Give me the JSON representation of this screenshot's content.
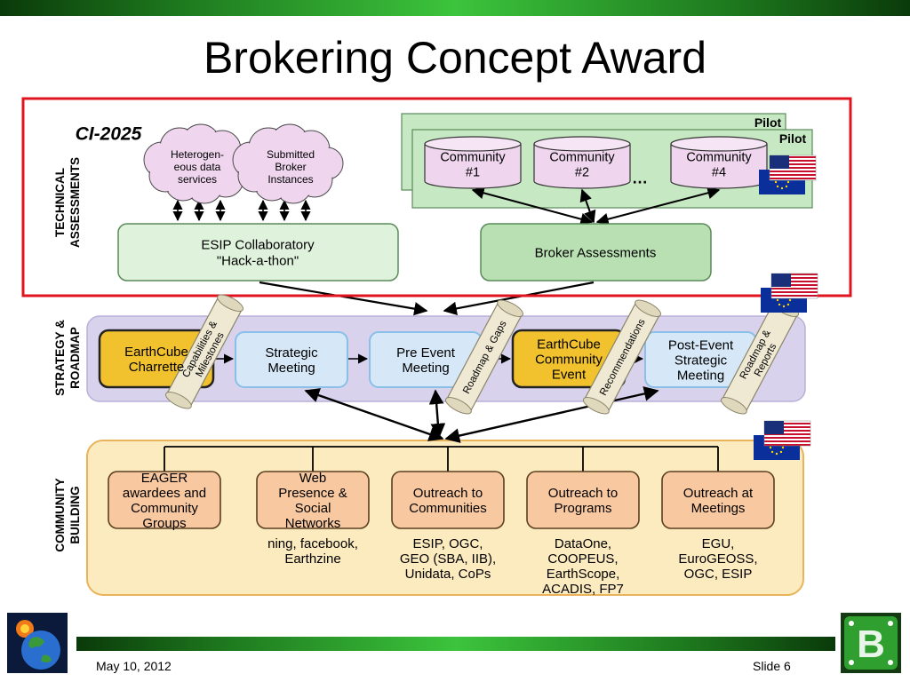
{
  "slide": {
    "title": "Brokering Concept Award",
    "date": "May 10, 2012",
    "number": "Slide 6"
  },
  "sections": {
    "technical": [
      "TECHNICAL",
      "ASSESSMENTS"
    ],
    "strategy": [
      "STRATEGY &",
      "ROADMAP"
    ],
    "community": [
      "COMMUNITY",
      "BUILDING"
    ]
  },
  "technical": {
    "ci_label": "CI-2025",
    "clouds": [
      {
        "lines": [
          "Heterogen-",
          "eous data",
          "services"
        ]
      },
      {
        "lines": [
          "Submitted",
          "Broker",
          "Instances"
        ]
      }
    ],
    "pilot_labels": [
      "Pilot",
      "Pilot"
    ],
    "communities": [
      {
        "lines": [
          "Community",
          "#1"
        ]
      },
      {
        "lines": [
          "Community",
          "#2"
        ]
      },
      {
        "lines": [
          "Community",
          "#4"
        ]
      }
    ],
    "ellipsis": "…",
    "hackathon": [
      "ESIP Collaboratory",
      "\"Hack-a-thon\""
    ],
    "broker_assessments": "Broker Assessments"
  },
  "strategy": {
    "steps": [
      {
        "lines": [
          "EarthCube",
          "Charrette"
        ]
      },
      {
        "lines": [
          "Strategic",
          "Meeting"
        ]
      },
      {
        "lines": [
          "Pre Event",
          "Meeting"
        ]
      },
      {
        "lines": [
          "EarthCube",
          "Community",
          "Event"
        ]
      },
      {
        "lines": [
          "Post-Event",
          "Strategic",
          "Meeting"
        ]
      }
    ],
    "scrolls": [
      {
        "lines": [
          "Capabilities &",
          "Milestones"
        ]
      },
      {
        "lines": [
          "Roadmap & Gaps"
        ]
      },
      {
        "lines": [
          "Recommendations"
        ]
      },
      {
        "lines": [
          "Roadmap &",
          "Reports"
        ]
      }
    ]
  },
  "community": {
    "boxes": [
      {
        "lines": [
          "EAGER",
          "awardees and",
          "Community",
          "Groups"
        ]
      },
      {
        "lines": [
          "Web",
          "Presence &",
          "Social",
          "Networks"
        ]
      },
      {
        "lines": [
          "Outreach to",
          "Communities"
        ]
      },
      {
        "lines": [
          "Outreach to",
          "Programs"
        ]
      },
      {
        "lines": [
          "Outreach at",
          "Meetings"
        ]
      }
    ],
    "notes": [
      {
        "lines": []
      },
      {
        "lines": [
          "ning, facebook,",
          "Earthzine"
        ]
      },
      {
        "lines": [
          "ESIP, OGC,",
          "GEO (SBA, IIB),",
          "Unidata, CoPs"
        ]
      },
      {
        "lines": [
          "DataOne,",
          "COOPEUS,",
          "EarthScope,",
          "ACADIS, FP7"
        ]
      },
      {
        "lines": [
          "EGU,",
          "EuroGEOSS,",
          "OGC, ESIP"
        ]
      }
    ]
  },
  "colors": {
    "bar_green": "#2fae2f",
    "highlight_red": "#e0141e",
    "pilot_green": "#c6e8c2",
    "strategy_purple": "#d8d2ec",
    "community_yellow": "#fdebc0",
    "box_orange": "#f8c8a0",
    "earthcube_gold": "#f2c12e",
    "meeting_blue": "#d6e8f8"
  }
}
